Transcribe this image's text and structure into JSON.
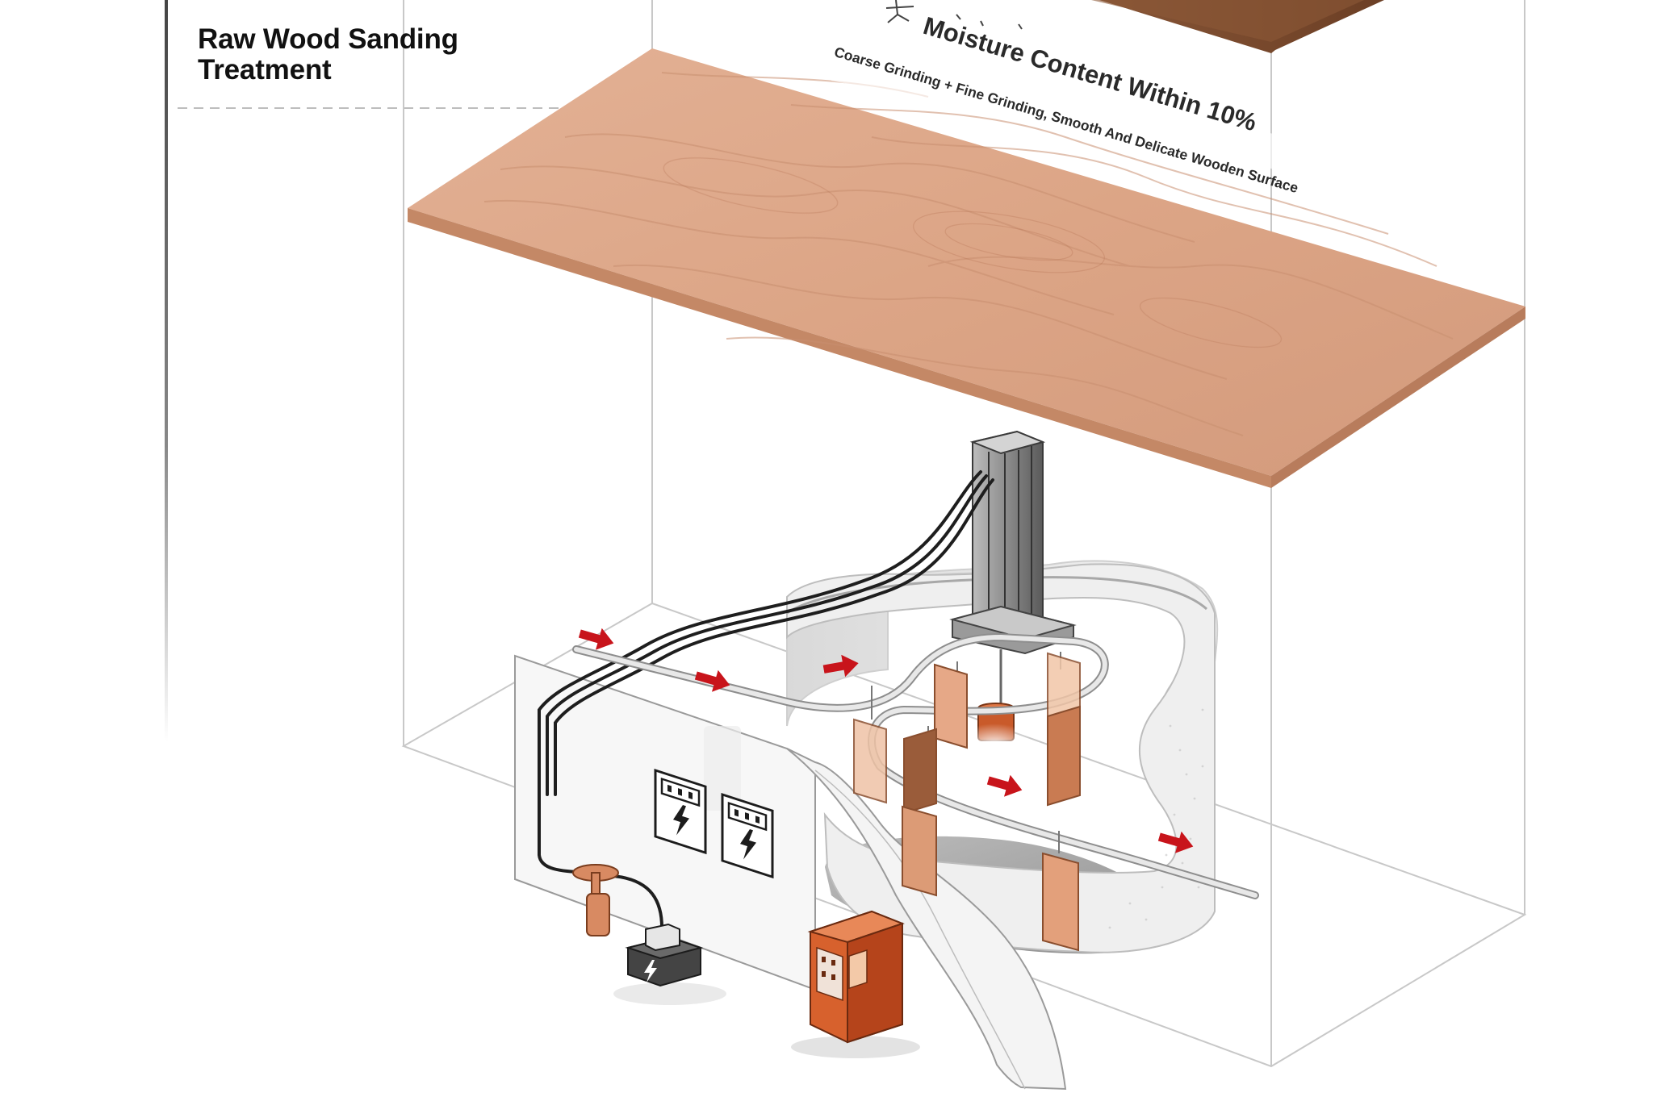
{
  "section": {
    "title": "Raw Wood Sanding Treatment"
  },
  "callout": {
    "headline": "Moisture Content Within 10%",
    "description": "Coarse Grinding + Fine Grinding, Smooth And Delicate Wooden Surface"
  },
  "colors": {
    "wood": "#dfa98a",
    "wood_edge": "#b9785a",
    "dark_wood": "#7a4a2d",
    "accent_red": "#c8141b",
    "cabinet": "#d7612d",
    "frame_line": "#c8c8c8",
    "cable": "#1e1e1e"
  },
  "icons": {
    "flow_arrow": "red-arrow-icon",
    "power_panel": "lightning-bolt-icon"
  }
}
